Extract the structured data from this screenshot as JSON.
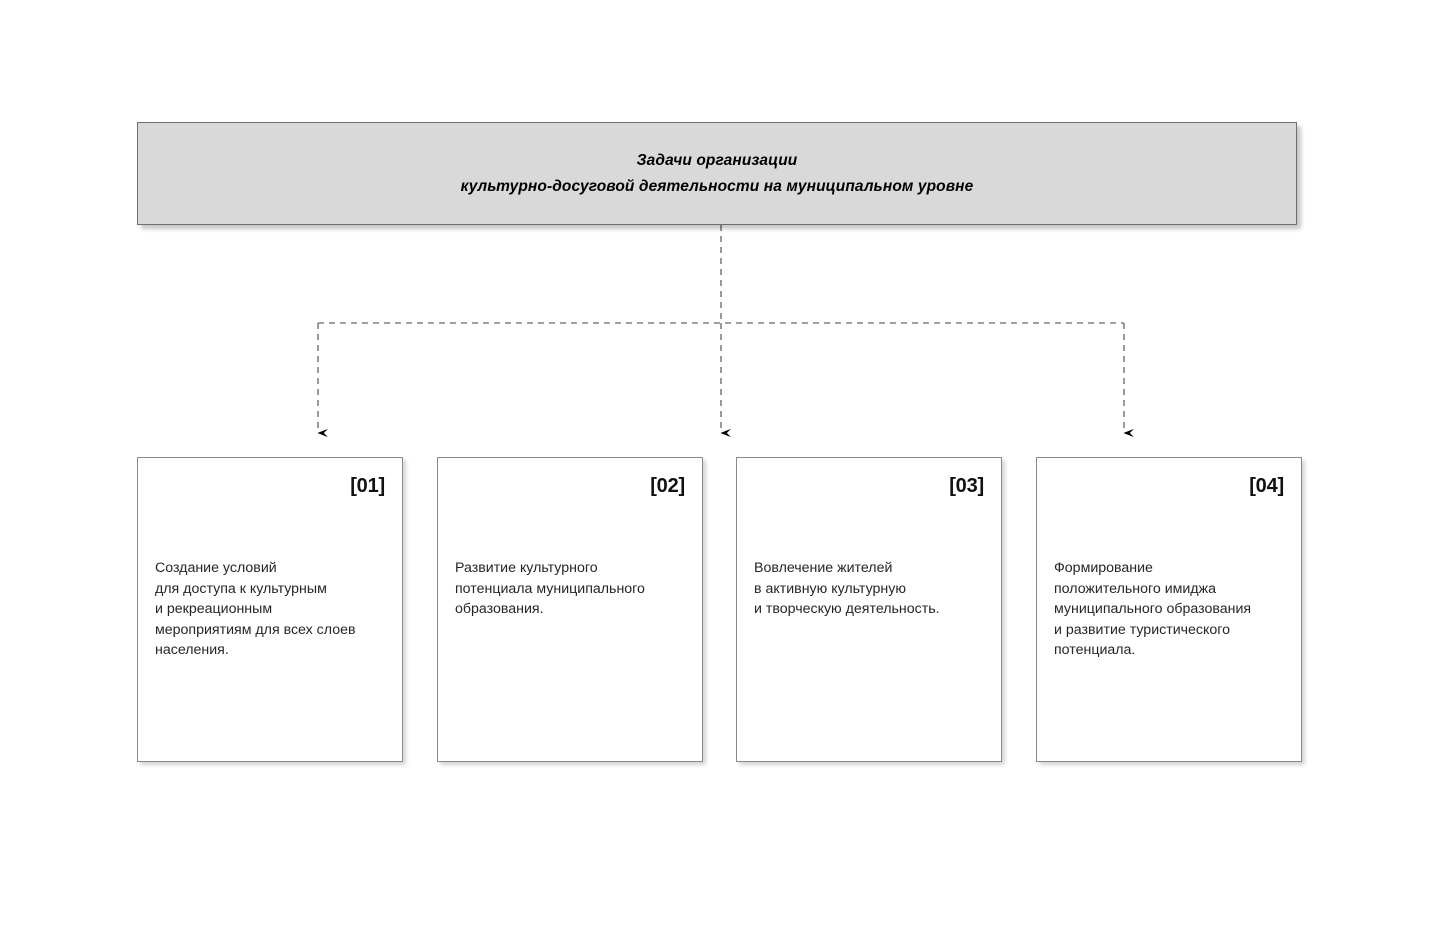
{
  "diagram": {
    "type": "hierarchy-tree",
    "background_color": "#ffffff",
    "connector_style": "dashed",
    "connector_color": "#808080",
    "arrow_color": "#000000"
  },
  "root": {
    "title_line_1": "Задачи организации",
    "title_line_2": "культурно-досуговой деятельности на муниципальном уровне",
    "fill_color": "#d9d9d9",
    "border_color": "#6e6e6e"
  },
  "cards": [
    {
      "number": "[01]",
      "lines": [
        "Создание условий",
        "для доступа к культурным",
        "и рекреационным",
        "мероприятиям для всех слоев",
        "населения."
      ],
      "text": "Создание условий для доступа к культурным и рекреационным мероприятиям для всех слоев населения."
    },
    {
      "number": "[02]",
      "lines": [
        "Развитие культурного",
        "потенциала муниципального",
        "образования."
      ],
      "text": "Развитие культурного потенциала муниципального образования."
    },
    {
      "number": "[03]",
      "lines": [
        "Вовлечение жителей",
        "в активную культурную",
        "и творческую деятельность."
      ],
      "text": "Вовлечение жителей в активную культурную и творческую деятельность."
    },
    {
      "number": "[04]",
      "lines": [
        "Формирование",
        "положительного имиджа",
        "муниципального образования",
        "и развитие туристического",
        "потенциала."
      ],
      "text": "Формирование положительного имиджа муниципального образования и развитие туристического потенциала."
    }
  ]
}
